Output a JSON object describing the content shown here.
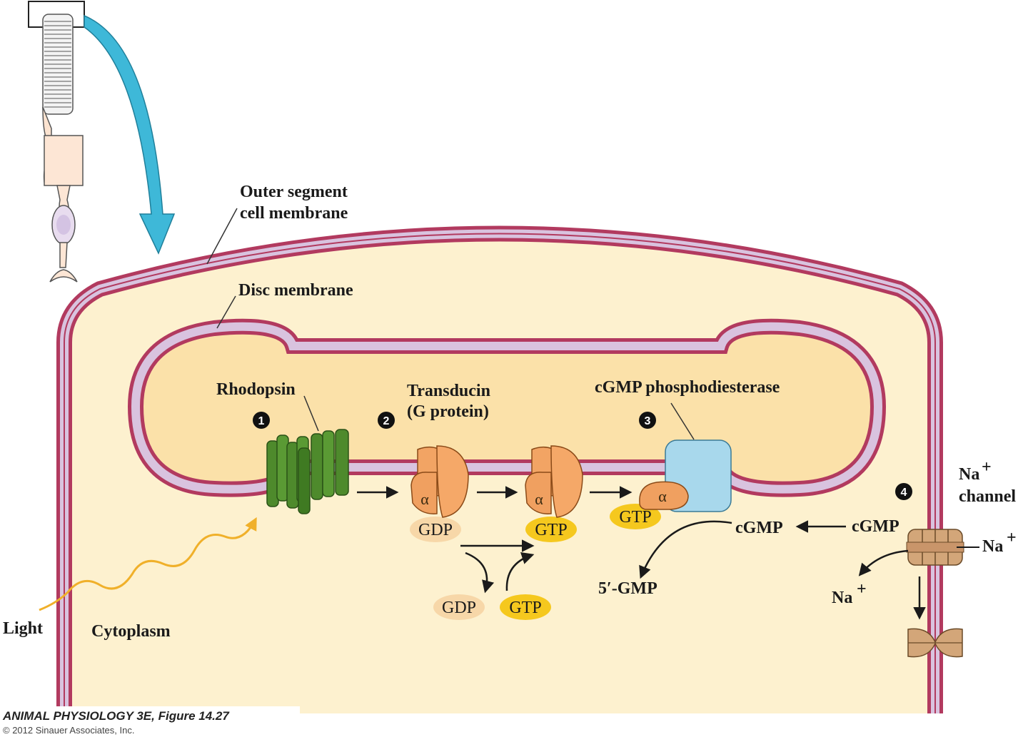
{
  "labels": {
    "outer_membrane_line1": "Outer segment",
    "outer_membrane_line2": "cell membrane",
    "disc_membrane": "Disc membrane",
    "rhodopsin": "Rhodopsin",
    "transducin_line1": "Transducin",
    "transducin_line2": "(G protein)",
    "pde": "cGMP phosphodiesterase",
    "na_channel_line1": "Na",
    "na_channel_line2": "channel",
    "light": "Light",
    "cytoplasm": "Cytoplasm"
  },
  "steps": [
    "1",
    "2",
    "3",
    "4"
  ],
  "molecules": {
    "gdp": "GDP",
    "gtp": "GTP",
    "cgmp": "cGMP",
    "five_gmp": "5′-GMP",
    "na": "Na",
    "plus": "+",
    "alpha": "α"
  },
  "caption": {
    "title": "ANIMAL PHYSIOLOGY 3E, Figure 14.27",
    "copyright": "© 2012 Sinauer Associates, Inc."
  },
  "colors": {
    "cytoplasm": "#fdf1cf",
    "disc_interior": "#fbe1a9",
    "membrane_outer": "#b23a5f",
    "membrane_inner": "#d9c3df",
    "rhodopsin": "#4e8a2c",
    "transducin": "#f2a464",
    "pde": "#a8d8ec",
    "gtp": "#f5c81e",
    "gdp": "#f7d7a8",
    "light_arrow": "#f0b02a",
    "zoom_arrow": "#3eb8d8"
  }
}
